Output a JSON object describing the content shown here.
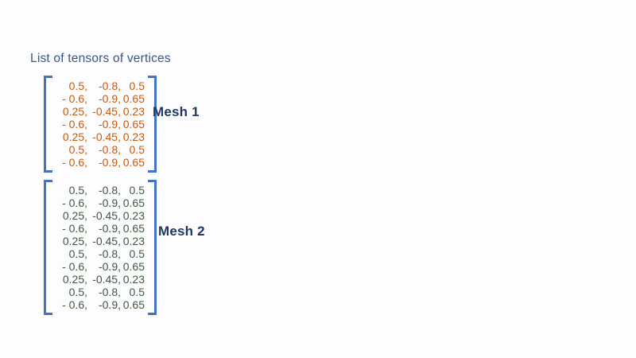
{
  "title": "List of tensors of vertices",
  "colors": {
    "background": "#fdfcfe",
    "title": "#3a5685",
    "bracket": "#4472c4",
    "mesh_label": "#1f3864",
    "mesh1_values": "#c55a11",
    "mesh2_values": "#3f5a3c"
  },
  "meshes": [
    {
      "label": "Mesh 1",
      "rows": [
        [
          "0.5,",
          "-0.8,",
          "0.5"
        ],
        [
          "- 0.6,",
          "-0.9,",
          "0.65"
        ],
        [
          "0.25,",
          "-0.45,",
          "0.23"
        ],
        [
          "- 0.6,",
          "-0.9,",
          "0.65"
        ],
        [
          "0.25,",
          "-0.45,",
          "0.23"
        ],
        [
          "0.5,",
          "-0.8,",
          "0.5"
        ],
        [
          "- 0.6,",
          "-0.9,",
          "0.65"
        ]
      ]
    },
    {
      "label": "Mesh 2",
      "rows": [
        [
          "0.5,",
          "-0.8,",
          "0.5"
        ],
        [
          "- 0.6,",
          "-0.9,",
          "0.65"
        ],
        [
          "0.25,",
          "-0.45,",
          "0.23"
        ],
        [
          "- 0.6,",
          "-0.9,",
          "0.65"
        ],
        [
          "0.25,",
          "-0.45,",
          "0.23"
        ],
        [
          "0.5,",
          "-0.8,",
          "0.5"
        ],
        [
          "- 0.6,",
          "-0.9,",
          "0.65"
        ],
        [
          "0.25,",
          "-0.45,",
          "0.23"
        ],
        [
          "0.5,",
          "-0.8,",
          "0.5"
        ],
        [
          "- 0.6,",
          "-0.9,",
          "0.65"
        ]
      ]
    }
  ]
}
